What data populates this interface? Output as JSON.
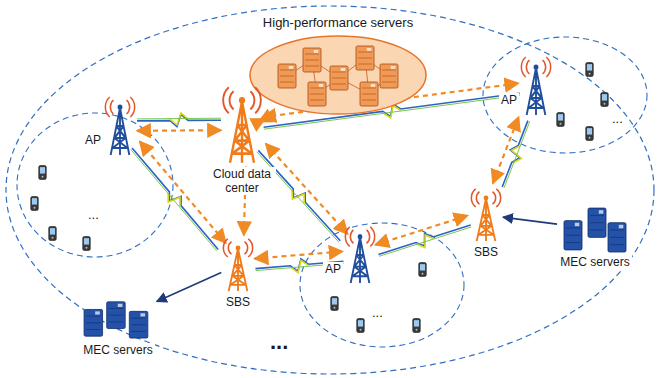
{
  "diagram": {
    "nodes": [
      {
        "text": [
          "High-performance servers"
        ]
      },
      {
        "text": [
          "Cloud data center"
        ]
      },
      {
        "text": [
          "AP"
        ]
      },
      {
        "text": [
          "SBS"
        ]
      },
      {
        "text": [
          "AP"
        ]
      },
      {
        "text": [
          "AP"
        ]
      },
      {
        "text": [
          "SBS"
        ]
      },
      {
        "text": [
          "MEC servers"
        ]
      },
      {
        "text": [
          "MEC servers"
        ]
      }
    ],
    "edges": [
      {
        "from": 0,
        "to": 1,
        "arrow": "both"
      },
      {
        "from": 1,
        "to": 2,
        "arrow": "both"
      },
      {
        "from": 1,
        "to": 3,
        "arrow": "both"
      },
      {
        "from": 1,
        "to": 4,
        "arrow": "both"
      },
      {
        "from": 1,
        "to": 5,
        "arrow": "both"
      },
      {
        "from": 2,
        "to": 3,
        "arrow": "both"
      },
      {
        "from": 3,
        "to": 4,
        "arrow": "both"
      },
      {
        "from": 4,
        "to": 6,
        "arrow": "both"
      },
      {
        "from": 6,
        "to": 5,
        "arrow": "both"
      },
      {
        "from": 3,
        "to": 7,
        "arrow": "to"
      },
      {
        "from": 8,
        "to": 6,
        "arrow": "to"
      },
      {
        "from": 1,
        "to": 2,
        "arrow": "none"
      },
      {
        "from": 1,
        "to": 4,
        "arrow": "none"
      },
      {
        "from": 1,
        "to": 5,
        "arrow": "none"
      },
      {
        "from": 2,
        "to": 3,
        "arrow": "none"
      },
      {
        "from": 3,
        "to": 4,
        "arrow": "none"
      },
      {
        "from": 4,
        "to": 6,
        "arrow": "none"
      },
      {
        "from": 6,
        "to": 5,
        "arrow": "none"
      }
    ],
    "labels": [
      "...",
      "...",
      "...",
      "..."
    ]
  }
}
